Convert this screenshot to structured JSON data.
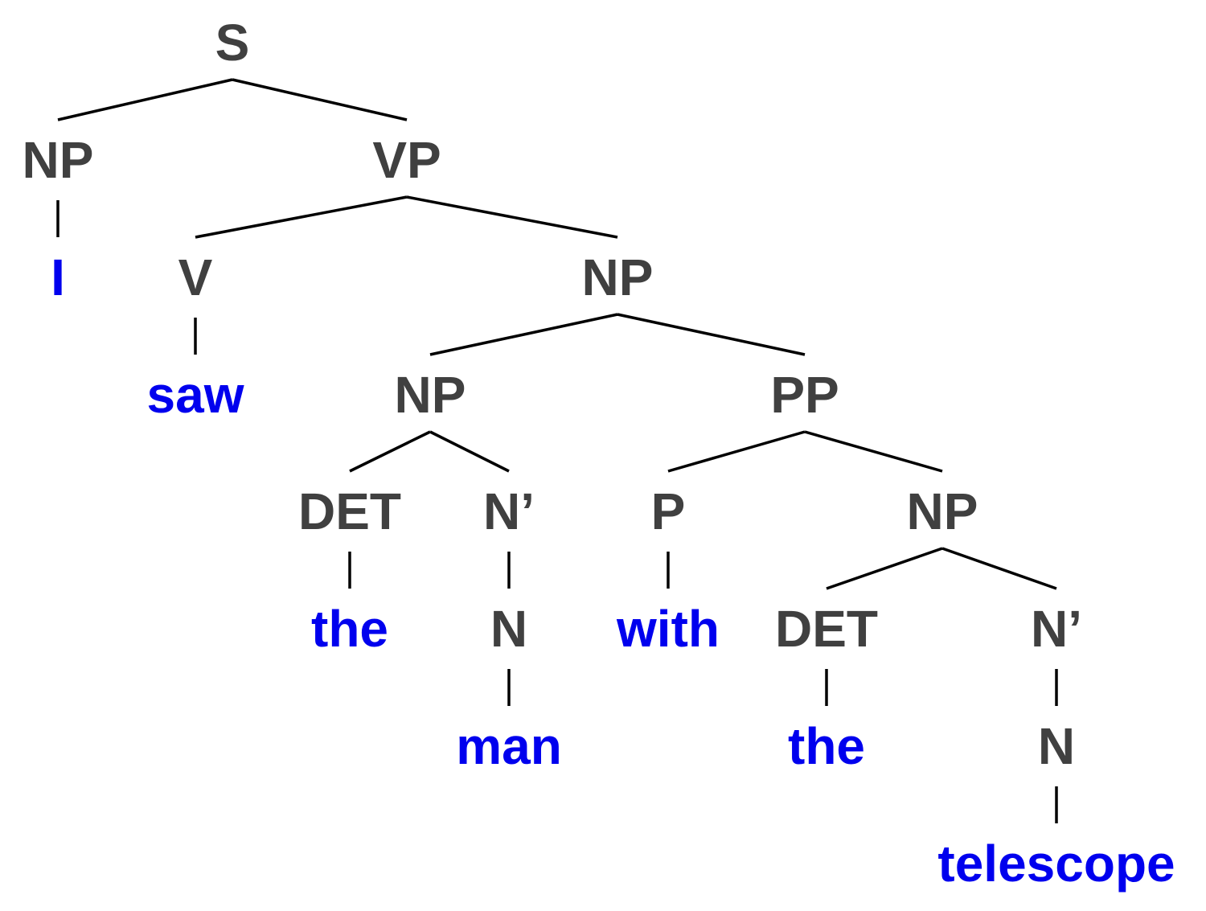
{
  "colors": {
    "category": "#404040",
    "word": "#0000ee",
    "edge": "#000000"
  },
  "nodes": [
    {
      "id": "S",
      "label": "S",
      "type": "category",
      "parent": null
    },
    {
      "id": "NP1",
      "label": "NP",
      "type": "category",
      "parent": "S"
    },
    {
      "id": "VP",
      "label": "VP",
      "type": "category",
      "parent": "S"
    },
    {
      "id": "w_I",
      "label": "I",
      "type": "word",
      "parent": "NP1"
    },
    {
      "id": "V",
      "label": "V",
      "type": "category",
      "parent": "VP"
    },
    {
      "id": "NP2",
      "label": "NP",
      "type": "category",
      "parent": "VP"
    },
    {
      "id": "w_saw",
      "label": "saw",
      "type": "word",
      "parent": "V"
    },
    {
      "id": "NP3",
      "label": "NP",
      "type": "category",
      "parent": "NP2"
    },
    {
      "id": "PP",
      "label": "PP",
      "type": "category",
      "parent": "NP2"
    },
    {
      "id": "DET1",
      "label": "DET",
      "type": "category",
      "parent": "NP3"
    },
    {
      "id": "Nbar1",
      "label": "N’",
      "type": "category",
      "parent": "NP3"
    },
    {
      "id": "P",
      "label": "P",
      "type": "category",
      "parent": "PP"
    },
    {
      "id": "NP4",
      "label": "NP",
      "type": "category",
      "parent": "PP"
    },
    {
      "id": "w_the1",
      "label": "the",
      "type": "word",
      "parent": "DET1"
    },
    {
      "id": "N1",
      "label": "N",
      "type": "category",
      "parent": "Nbar1"
    },
    {
      "id": "w_with",
      "label": "with",
      "type": "word",
      "parent": "P"
    },
    {
      "id": "DET2",
      "label": "DET",
      "type": "category",
      "parent": "NP4"
    },
    {
      "id": "Nbar2",
      "label": "N’",
      "type": "category",
      "parent": "NP4"
    },
    {
      "id": "w_man",
      "label": "man",
      "type": "word",
      "parent": "N1"
    },
    {
      "id": "w_the2",
      "label": "the",
      "type": "word",
      "parent": "DET2"
    },
    {
      "id": "N2",
      "label": "N",
      "type": "category",
      "parent": "Nbar2"
    },
    {
      "id": "w_telescope",
      "label": "telescope",
      "type": "word",
      "parent": "N2"
    }
  ]
}
